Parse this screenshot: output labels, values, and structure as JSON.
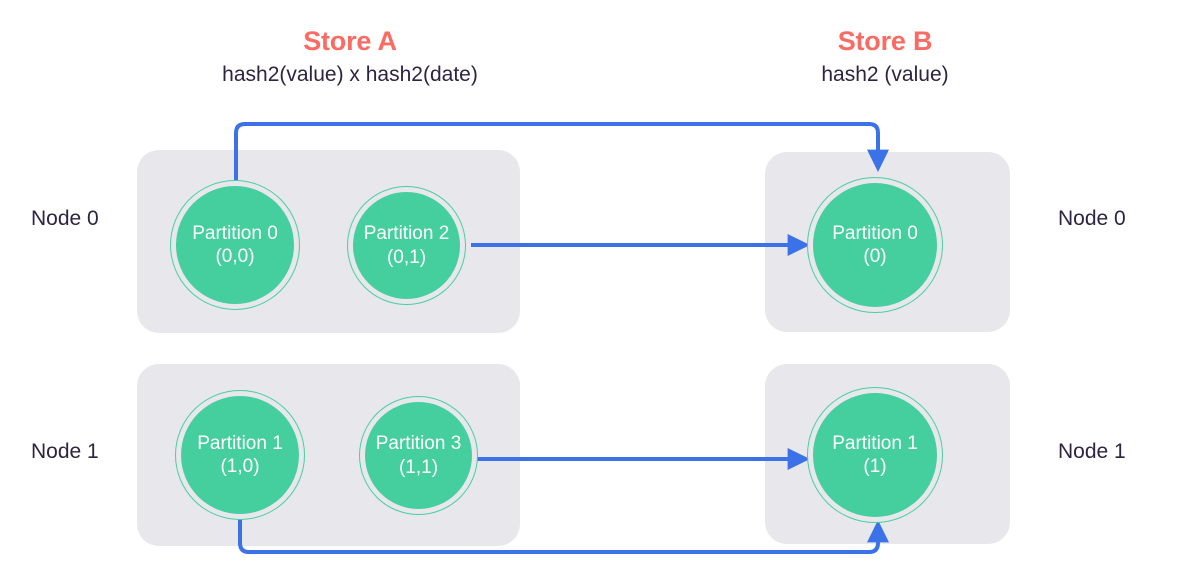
{
  "stores": [
    {
      "id": "store-a",
      "title": "Store A",
      "subtitle": "hash2(value) x hash2(date)"
    },
    {
      "id": "store-b",
      "title": "Store B",
      "subtitle": "hash2 (value)"
    }
  ],
  "nodes_left": [
    {
      "label": "Node 0"
    },
    {
      "label": "Node 1"
    }
  ],
  "nodes_right": [
    {
      "label": "Node 0"
    },
    {
      "label": "Node 1"
    }
  ],
  "store_a_partitions": [
    {
      "name": "Partition 0",
      "key": "(0,0)"
    },
    {
      "name": "Partition 2",
      "key": "(0,1)"
    },
    {
      "name": "Partition 1",
      "key": "(1,0)"
    },
    {
      "name": "Partition 3",
      "key": "(1,1)"
    }
  ],
  "store_b_partitions": [
    {
      "name": "Partition 0",
      "key": "(0)"
    },
    {
      "name": "Partition 1",
      "key": "(1)"
    }
  ],
  "colors": {
    "accent_title": "#FA6B63",
    "text_dark": "#2D2440",
    "panel_gray": "#E7E7EC",
    "partition_green": "#45CE9E",
    "partition_ring": "#49CFA0",
    "arrow_blue": "#3B72E8",
    "background": "#FFFFFF"
  },
  "arrows": [
    {
      "name": "partition-0-to-store-b-partition-0",
      "from": "Partition 0 (0,0)",
      "to": "Partition 0 (0)",
      "route": "up-over-down"
    },
    {
      "name": "partition-2-to-store-b-partition-0",
      "from": "Partition 2 (0,1)",
      "to": "Partition 0 (0)",
      "route": "straight"
    },
    {
      "name": "partition-3-to-store-b-partition-1",
      "from": "Partition 3 (1,1)",
      "to": "Partition 1 (1)",
      "route": "straight"
    },
    {
      "name": "partition-1-to-store-b-partition-1",
      "from": "Partition 1 (1,0)",
      "to": "Partition 1 (1)",
      "route": "down-over-up"
    }
  ]
}
